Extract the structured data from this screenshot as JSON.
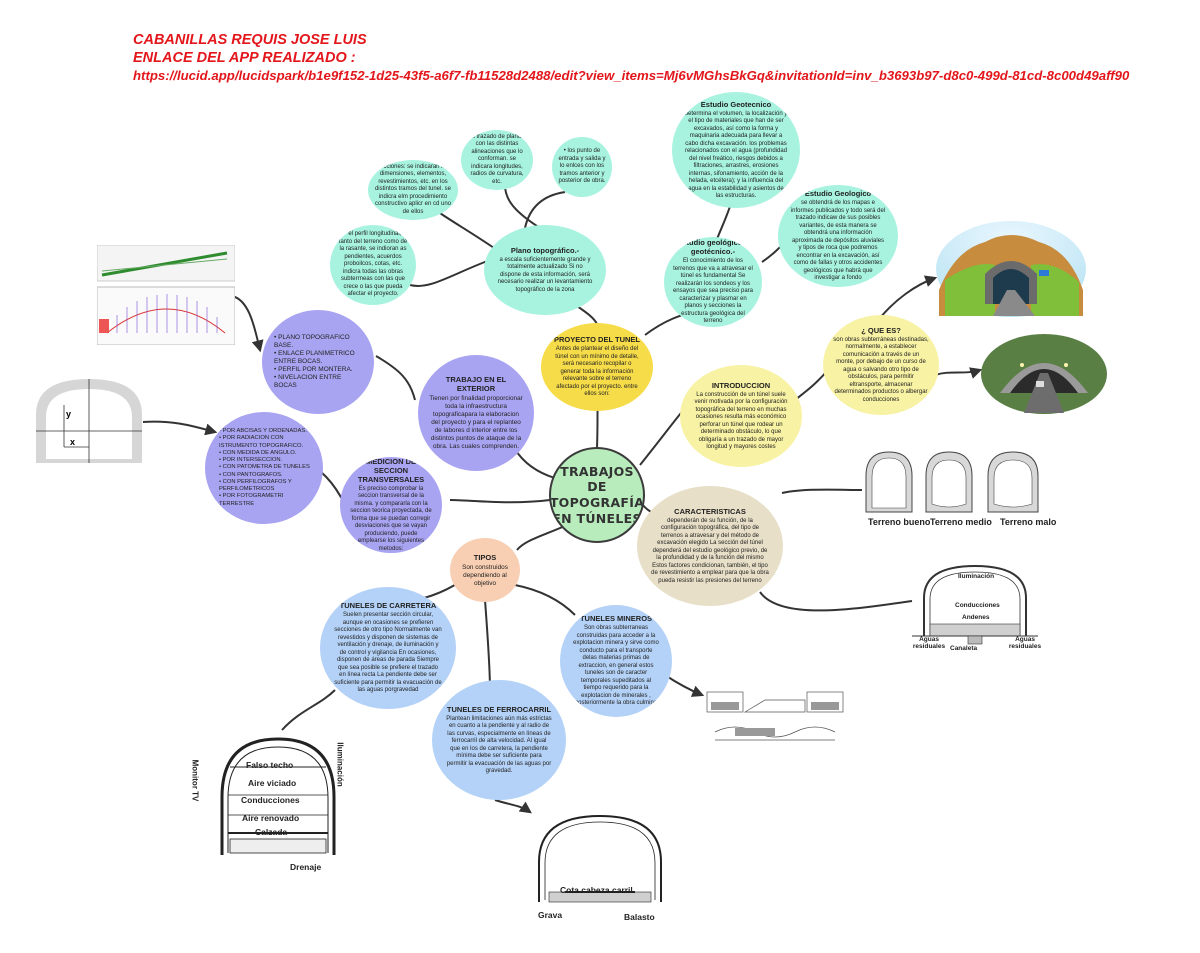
{
  "header": {
    "line1": "CABANILLAS REQUIS JOSE LUIS",
    "line2": "ENLACE DEL APP REALIZADO :",
    "line3": "https://lucid.app/lucidspark/b1e9f152-1d25-43f5-a6f7-fb11528d2488/edit?view_items=Mj6vMGhsBkGq&invitationId=inv_b3693b97-d8c0-499d-81cd-8c00d49aff90"
  },
  "center": {
    "title": "TRABAJOS DE TOPOGRAFÍA EN TÚNELES"
  },
  "proyecto": {
    "title": "PROYECTO DEL TUNEL",
    "body": "Antes de plantear el diseño del túnel con un mínimo de detalle, será necesario recopilar o generar toda la información relevante sobre el terreno afectado por el proyecto. entre ellos son:"
  },
  "plano": {
    "title": "Plano topográfico.-",
    "body": "a escala suficientemente grande y totalmente actualizado Si no dispone de esta información, será necesario realizar un levantamiento topográfico de la zona"
  },
  "trazado": {
    "body": "El trazado de planta, con las distintas alineaciones que lo conforman. se indicara longitudes, radios de curvatura, etc."
  },
  "puntos": {
    "body": "• los punto de entrada y salida y lo enlces con los tramos anterior y posterior de obra."
  },
  "secciones": {
    "body": "secciones: se indicaran las dimensiones, elementos, revestimientos, etc. en los distintos tramos del tunel. se indicra elm procedimiento constructivo aplicr en cd uno de ellos"
  },
  "perfil": {
    "body": "• el perfil longitudinal, tanto del terreno como de la rasante, se indioran as pendientes, acuerdos proboilcos, cotas, etc. indicra todas las obras subterrneas con las que crece o las que pueda afectar el proyecto."
  },
  "geotecnico": {
    "title": "Estudio Geotecnico",
    "body": "determina el volumen, la localización y el tipo de materiales que han de ser excavados, así como la forma y maquinaria adecuada para llevar a cabo dicha excavación. los problemas relacionados con el agua (profundidad del nivel freático, riesgos debidos a filtraciones, arrastres, erosiones internas, sifonamiento, acción de la helada, etcétera); y la influencia del agua en la estabilidad y asientos de las estructuras."
  },
  "geologico": {
    "title": "Estudio Geologico",
    "body": "se obtendrá de los mapas e informes publicados y todo será del trazado indicaw de sus posibles variantes, de esta manera se obtendrá una información aproximada de depósitos aluviales y tipos de roca que podremos encontrar en la excavación, así como de fallas y otros accidentes geológicos que habrá que investigar a fondo"
  },
  "geologico_geotecnico": {
    "title": "Estudio geológico y geotécnico.-",
    "body": "El conocimiento de los terrenos que va a atravesar el túnel es fundamental Se realizarán los sondeos y los ensayos que sea preciso para caracterizar y plasmar en planos y secciones la estructura geológica del terreno"
  },
  "que_es": {
    "title": "¿ QUE ES?",
    "body": "son obras subterráneas destinadas, normalmente, a establecer comunicación a través de un monte, por debajo de un curso de agua o salvando otro tipo de obstáculos, para permitir eltransporte, almacenar determinados productos o albergar conducciones"
  },
  "introduccion": {
    "title": "INTRODUCCION",
    "body": "La construcción de un túnel suele venir motivada por la configuración topográfica del terreno en muchas ocasiones resulta más económico perforar un túnel que rodear un determinado obstáculo, lo que obligaría a un trazado de mayor longitud y mayores costes"
  },
  "caracteristicas": {
    "title": "CARACTERISTICAS",
    "body": "dependerán de su función, de la configuración topográfica, del tipo de terrenos a atravesar y del método de excavación elegido La sección del túnel dependerá del estudio geológico previo, de la profundidad y de la función del mismo Estos factores condicionan, también, el tipo de revestimiento a emplear para que la obra pueda resistir las presiones del terreno"
  },
  "trabajo_exterior": {
    "title": "TRABAJO EN EL EXTERIOR",
    "body": "Tienen por finalidad proporcionar toda la infraestructura topograficapara la elaboracion del proyecto y para el replanteo de labores d interior entre los distintos puntos de ataque de la obra. Las cuales comprenden."
  },
  "plano_list": {
    "items": [
      "• PLANO TOPOGRAFICO BASE.",
      "• ENLACE PLANIMETRICO ENTRE BOCAS.",
      "• PERFIL POR MONTERA.",
      "• NIVELACION ENTRE BOCAS"
    ]
  },
  "medicion": {
    "title": "MEDICION DE SECCION TRANSVERSALES",
    "body": "Es preciso comprobar la seccion transversal de la misma. y compararla con la seccion teorica proyectada, de forma que se puedan corregir desviaciones que se vayan produciendo, puede emplearse los siguientes metodos:"
  },
  "metodos_list": {
    "items": [
      "• POR ABCISAS Y ORDENADAS.",
      "• POR RADIACION CON ISTRUMENTO TOPOGRAFICO.",
      "• CON MEDIDA DE ANGULO.",
      "• POR INTERSECCION.",
      "• CON PATOMETRA DE TUNELES",
      "• CON PANTOGRAFOS.",
      "• CON PERFILOGRAFOS Y PERFILOMETRICOS",
      "• POR FOTOGRAMETRI TERRESTRE"
    ]
  },
  "tipos": {
    "title": "TIPOS",
    "body": "Son construidos dependiendo al objetivo"
  },
  "carretera": {
    "title": "TUNELES DE CARRETERA",
    "body": "Suelen presentar sección circular, aunque en ocasiones se prefieren secciones de otro tipo Normalmente van revestidos y disponen de sistemas de ventilación y drenaje, de iluminación y de control y vigilancia En ocasiones, disponen de áreas de parada Siempre que sea posible se prefiere el trazado en línea recta La pendiente debe ser suficiente para permitir la evacuación de las aguas porgravedad"
  },
  "mineros": {
    "title": "TUNELES MINEROS",
    "body": "Son obras subterraneas construidas para acceder a la explotacion minera y sirve como conducto para el transporte delas materias primas de extraccion, en general estos tuneles son de caracter temporales supeditados al tiempo requerido para la explotacion de minerales , posteriormente la obra culmina"
  },
  "ferrocarril": {
    "title": "TUNELES DE FERROCARRIL",
    "body": "Plantean limitaciones aún más estrictas en cuanto a la pendiente y al radio de las curvas, especialmente en líneas de ferrocarril de alta velocidad. Al igual que en los de carretera, la pendiente mínima debe ser suficiente para permitir la evacuación de las aguas por gravedad."
  },
  "terrenos": {
    "items": [
      "Terreno bueno",
      "Terreno medio",
      "Terreno malo"
    ]
  },
  "section_labels": {
    "iluminacion": "Iluminación",
    "conducciones": "Conducciones",
    "andenes": "Andenes",
    "aguas1": "Aguas residuales",
    "aguas2": "Aguas residuales",
    "canaleta": "Canaleta"
  },
  "road_labels": {
    "falso_techo": "Falso techo",
    "aire_viciado": "Aire viciado",
    "conducciones": "Conducciones",
    "aire_renovado": "Aire renovado",
    "calzada": "Calzada",
    "drenaje": "Drenaje",
    "monitor": "Monitor TV",
    "iluminacion": "Iluminación"
  },
  "rail_labels": {
    "cota": "Cota cabeza carril",
    "grava": "Grava",
    "balasto": "Balasto"
  },
  "axes_labels": {
    "y": "y",
    "x": "x"
  }
}
